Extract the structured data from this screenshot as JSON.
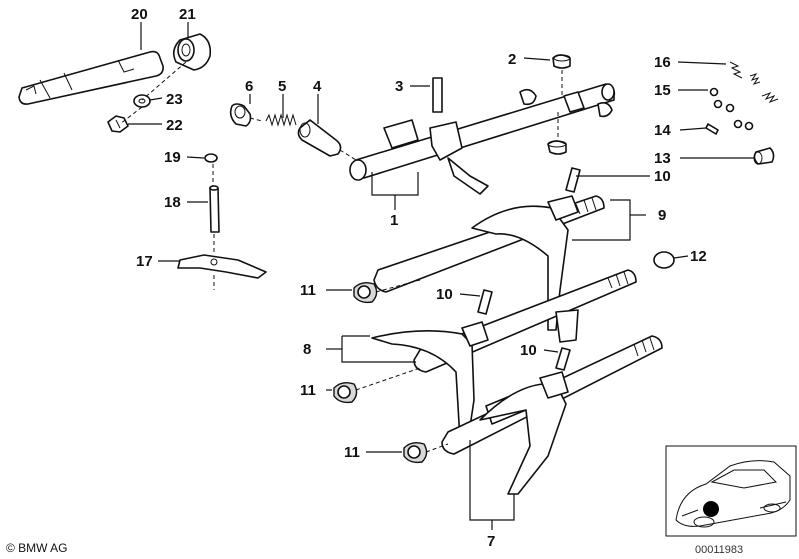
{
  "diagram": {
    "callouts": {
      "c1": "1",
      "c2": "2",
      "c3": "3",
      "c4": "4",
      "c5": "5",
      "c6": "6",
      "c7": "7",
      "c8": "8",
      "c9": "9",
      "c10a": "10",
      "c10b": "10",
      "c10c": "10",
      "c11a": "11",
      "c11b": "11",
      "c11c": "11",
      "c12": "12",
      "c13": "13",
      "c14": "14",
      "c15": "15",
      "c16": "16",
      "c17": "17",
      "c18": "18",
      "c19": "19",
      "c20": "20",
      "c21": "21",
      "c22": "22",
      "c23": "23"
    },
    "copyright": "© BMW AG",
    "drawing_number": "00011983"
  }
}
